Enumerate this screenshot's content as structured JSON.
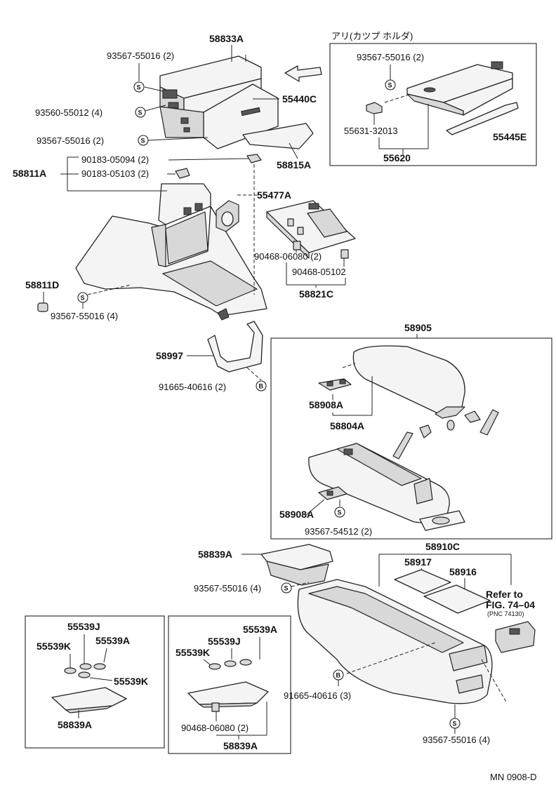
{
  "labels": {
    "p58833A": "58833A",
    "p93567_55016_2a": "93567-55016 (2)",
    "p55440C": "55440C",
    "p93560_55012_4": "93560-55012 (4)",
    "p93567_55016_2b": "93567-55016 (2)",
    "p58815A": "58815A",
    "cupholderTitle": "アリ(カツプ ホルダ)",
    "p93567_55016_2c": "93567-55016 (2)",
    "p55631_32013": "55631-32013",
    "p55620": "55620",
    "p55445E": "55445E",
    "p58811A": "58811A",
    "p90183_05094_2": "90183-05094 (2)",
    "p90183_05103_2": "90183-05103 (2)",
    "p55477A": "55477A",
    "p90468_06080_2a": "90468-06080 (2)",
    "p90468_05102": "90468-05102",
    "p58821C": "58821C",
    "p58811D": "58811D",
    "p93567_55016_4a": "93567-55016 (4)",
    "p58997": "58997",
    "p91665_40616_2": "91665-40616 (2)",
    "p58905": "58905",
    "p58908A_1": "58908A",
    "p58804A": "58804A",
    "p58908A_2": "58908A",
    "p93567_54512_2": "93567-54512 (2)",
    "p58839A_1": "58839A",
    "p93567_55016_4b": "93567-55016 (4)",
    "p58910C": "58910C",
    "p58917": "58917",
    "p58916": "58916",
    "referTo": "Refer to",
    "figRef": "FIG. 74–04",
    "pncRef": "(PNC 74130)",
    "p91665_40616_3": "91665-40616 (3)",
    "p93567_55016_4c": "93567-55016 (4)",
    "p55539J_1": "55539J",
    "p55539K_1": "55539K",
    "p55539A_1": "55539A",
    "p55539K_2": "55539K",
    "p58839A_2": "58839A",
    "p55539A_2": "55539A",
    "p55539J_2": "55539J",
    "p55539K_3": "55539K",
    "p90468_06080_2b": "90468-06080 (2)",
    "p58839A_3": "58839A",
    "drawingNo": "MN 0908-D"
  },
  "symbols": {
    "screw": "S",
    "bolt": "B"
  }
}
